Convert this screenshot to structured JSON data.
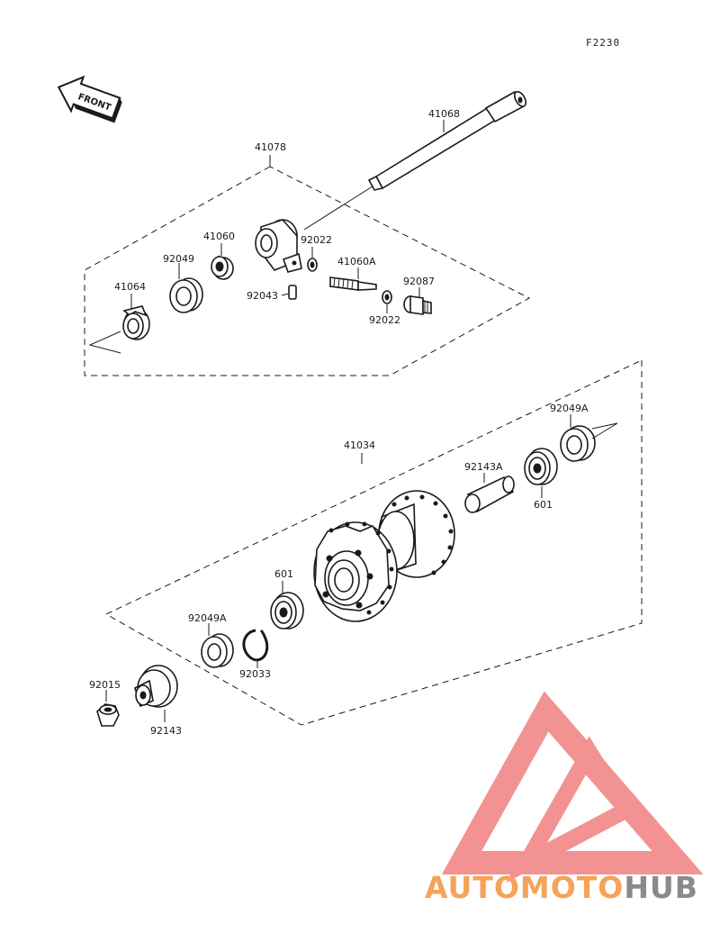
{
  "diagram_code": "F2230",
  "front_arrow_label": "FRONT",
  "parts": {
    "p41068": "41068",
    "p41078": "41078",
    "p41060": "41060",
    "p92022a": "92022",
    "p92049": "92049",
    "p41064": "41064",
    "p41060A": "41060A",
    "p92087": "92087",
    "p92043": "92043",
    "p92022b": "92022",
    "p92049A_top": "92049A",
    "p41034": "41034",
    "p92143A": "92143A",
    "p601_top": "601",
    "p601_mid": "601",
    "p92049A_low": "92049A",
    "p92033": "92033",
    "p92015": "92015",
    "p92143": "92143"
  },
  "watermark": {
    "part1": "AUTOMOTO",
    "part2": "HUB",
    "color1": "#f5b97a",
    "color1b": "#ee6e6e",
    "color2": "#8a8a8a",
    "logo_color": "#f08080"
  }
}
